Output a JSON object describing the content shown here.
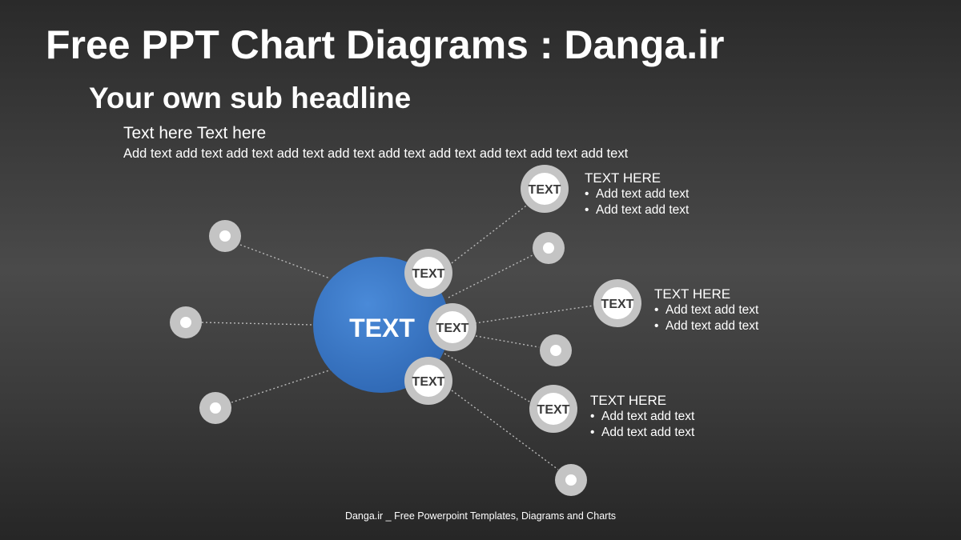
{
  "title": "Free PPT Chart Diagrams : Danga.ir",
  "subtitle": "Your own sub headline",
  "intro": {
    "heading": "Text here Text here",
    "body": "Add text add text add text add text add text add text add text add text add text add text"
  },
  "hub": {
    "label": "TEXT",
    "color": "#3a78c7"
  },
  "inner_nodes": [
    {
      "label": "TEXT"
    },
    {
      "label": "TEXT"
    },
    {
      "label": "TEXT"
    }
  ],
  "outer_nodes": [
    {
      "label": "TEXT"
    },
    {
      "label": "TEXT"
    },
    {
      "label": "TEXT"
    }
  ],
  "callouts": [
    {
      "heading": "TEXT HERE",
      "bullets": [
        "Add text add text",
        "Add text add text"
      ]
    },
    {
      "heading": "TEXT HERE",
      "bullets": [
        "Add text add text",
        "Add text add text"
      ]
    },
    {
      "heading": "TEXT HERE",
      "bullets": [
        "Add text add text",
        "Add text add text"
      ]
    }
  ],
  "footer": "Danga.ir _ Free Powerpoint Templates, Diagrams and Charts"
}
